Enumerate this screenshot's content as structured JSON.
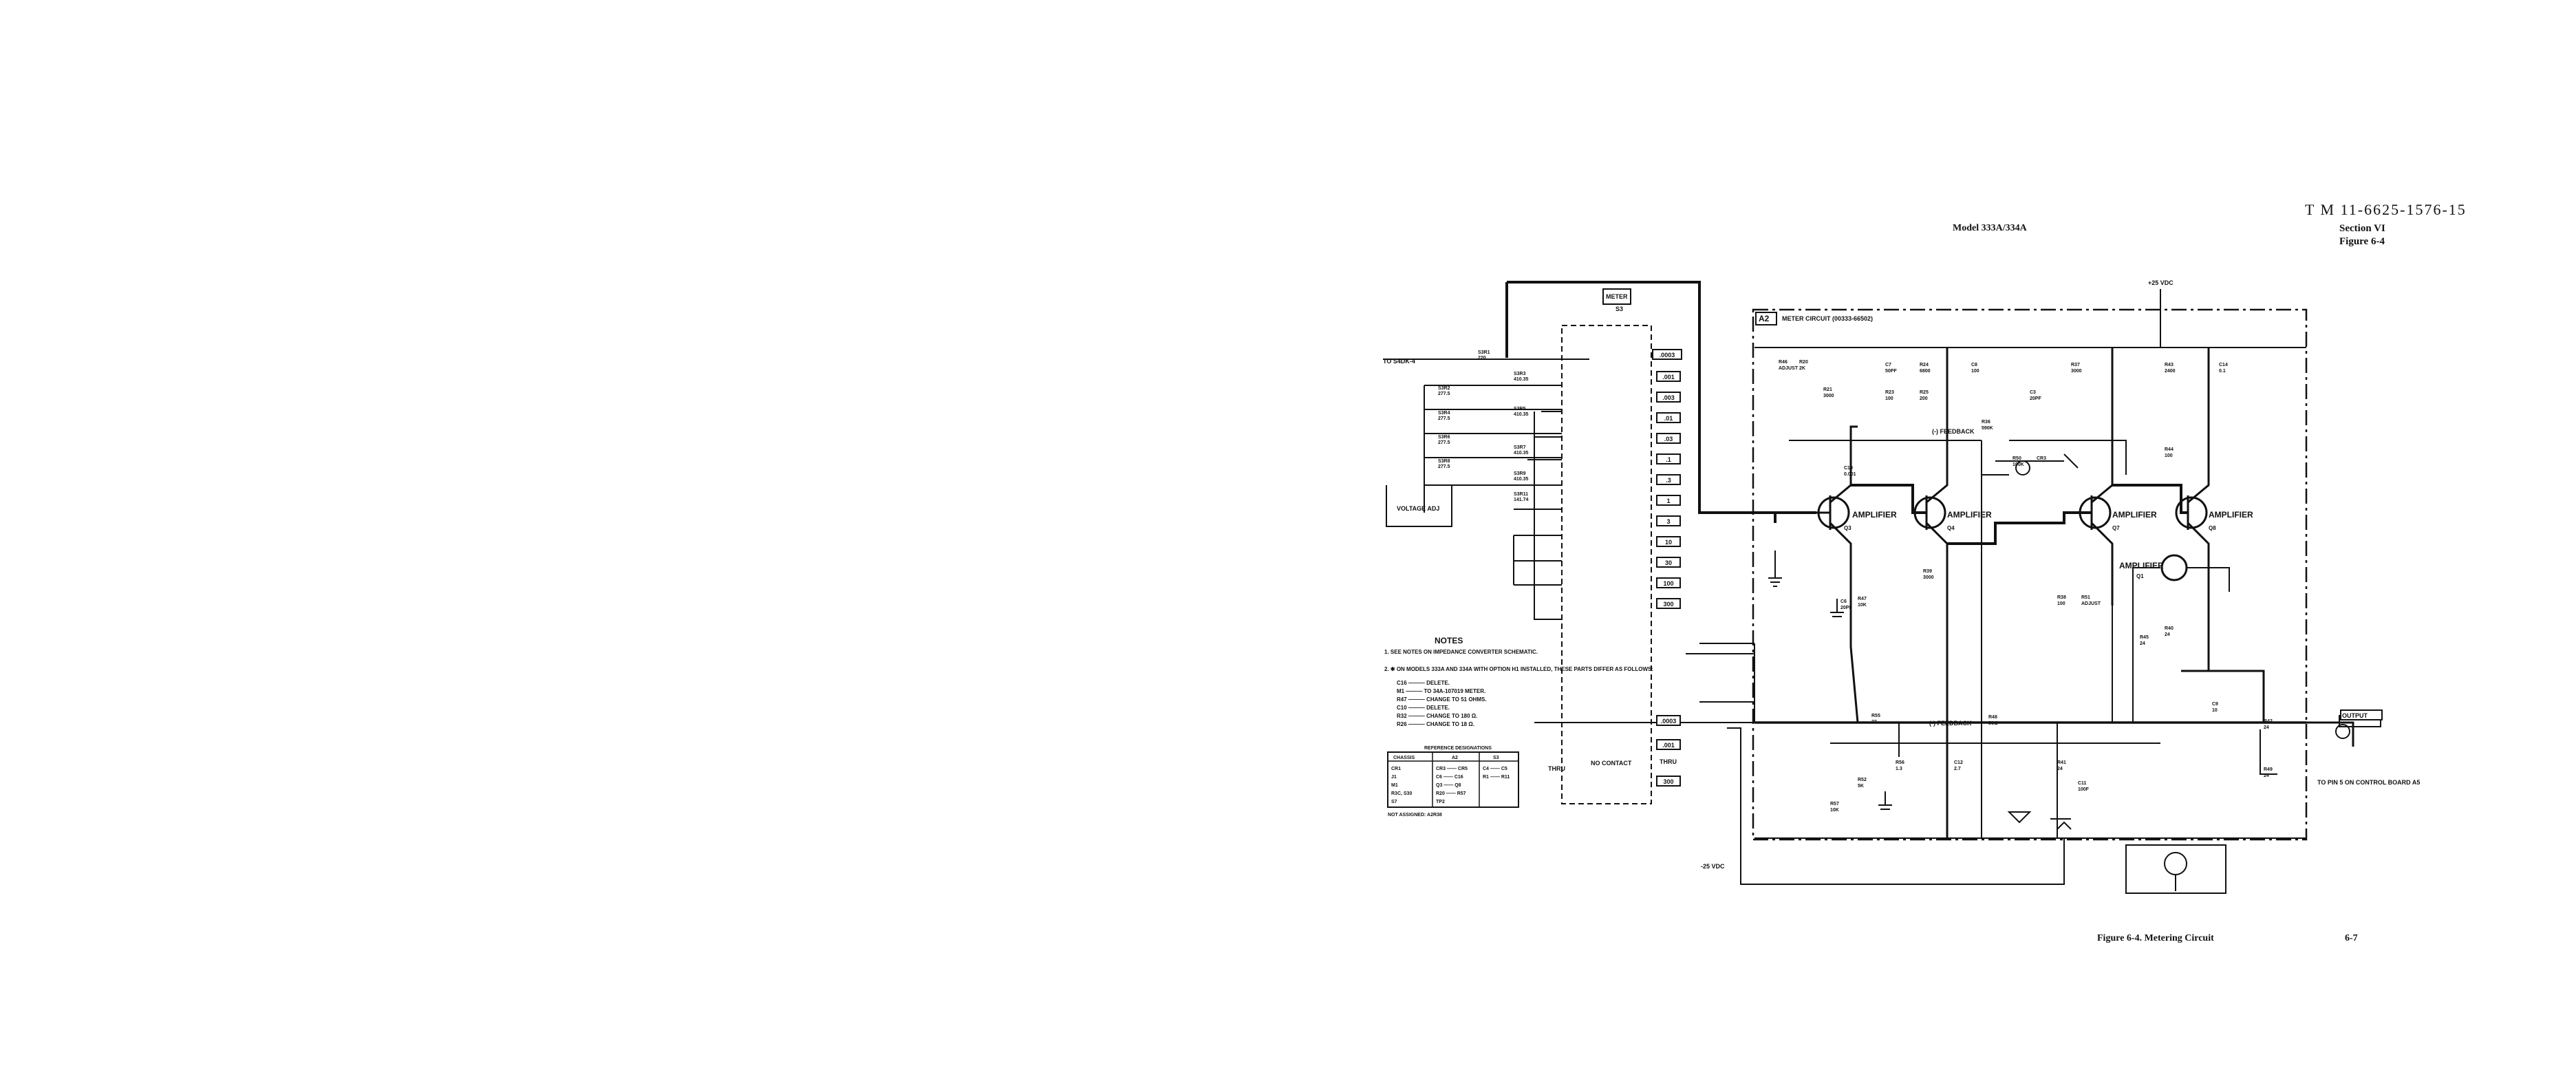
{
  "header": {
    "doc_id": "T M 11-6625-1576-15",
    "section": "Section VI",
    "figure_ref": "Figure 6-4",
    "model": "Model 333A/334A"
  },
  "footer": {
    "caption": "Figure 6-4.  Metering Circuit",
    "page_number": "6-7"
  },
  "schematic": {
    "board_label": "A2",
    "board_title": "METER CIRCUIT (00333-66502)",
    "supply_pos": "+25 VDC",
    "supply_neg": "-25 VDC",
    "input_label": "TO S4DK-4",
    "output_label": "OUTPUT",
    "meter_label": "METER",
    "feedback_label": "(-) FEEDBACK",
    "feedback_label_2": "(-) FEEDBACK",
    "control_board_note": "TO PIN 5 ON CONTROL BOARD A5",
    "no_contact": "NO CONTACT",
    "thru_1": "THRU",
    "thru_2": "THRU",
    "switch_s3": "S3",
    "voltage_adj": "VOLTAGE ADJ",
    "amplifiers": [
      {
        "label": "AMPLIFIER",
        "ref": "Q3"
      },
      {
        "label": "AMPLIFIER",
        "ref": "Q4"
      },
      {
        "label": "AMPLIFIER",
        "ref": "Q7"
      },
      {
        "label": "AMPLIFIER",
        "ref": "Q8"
      },
      {
        "label": "AMPLIFIER",
        "ref": "Q1"
      }
    ],
    "range_labels": [
      ".0003",
      ".001",
      ".003",
      ".01",
      ".03",
      ".1",
      ".3",
      "1",
      "3",
      "10",
      "30",
      "100",
      "300"
    ],
    "range_labels_bottom": [
      ".0003",
      ".001",
      "300"
    ],
    "components_top": [
      {
        "ref": "R46",
        "value": "ADJUST"
      },
      {
        "ref": "R20",
        "value": "2K"
      },
      {
        "ref": "R21",
        "value": "3000"
      },
      {
        "ref": "C7",
        "value": "50PF"
      },
      {
        "ref": "R23",
        "value": "100"
      },
      {
        "ref": "R24",
        "value": "6800"
      },
      {
        "ref": "R25",
        "value": "200"
      },
      {
        "ref": "C8",
        "value": "100"
      },
      {
        "ref": "R36",
        "value": "590K"
      },
      {
        "ref": "C3",
        "value": "20PF"
      },
      {
        "ref": "R37",
        "value": "3000"
      },
      {
        "ref": "R43",
        "value": "2400"
      },
      {
        "ref": "C14",
        "value": "0.1"
      },
      {
        "ref": "R44",
        "value": "100"
      },
      {
        "ref": "C10",
        "value": "0.001"
      },
      {
        "ref": "R50",
        "value": "100K"
      },
      {
        "ref": "CR3",
        "value": ""
      }
    ],
    "components_mid": [
      {
        "ref": "R39",
        "value": "3000"
      },
      {
        "ref": "R47",
        "value": "10K"
      },
      {
        "ref": "C6",
        "value": "20PF"
      },
      {
        "ref": "R38",
        "value": "100"
      },
      {
        "ref": "R51",
        "value": "ADJUST"
      },
      {
        "ref": "R40",
        "value": "24"
      },
      {
        "ref": "R45",
        "value": "24"
      }
    ],
    "components_bottom": [
      {
        "ref": "R48",
        "value": "56.2"
      },
      {
        "ref": "R55",
        "value": "22"
      },
      {
        "ref": "R56",
        "value": "1.3"
      },
      {
        "ref": "C12",
        "value": "2.7"
      },
      {
        "ref": "R41",
        "value": "24"
      },
      {
        "ref": "C11",
        "value": "100F"
      },
      {
        "ref": "R52",
        "value": "5K"
      },
      {
        "ref": "R57",
        "value": "10K"
      },
      {
        "ref": "R42",
        "value": "24"
      },
      {
        "ref": "C9",
        "value": "10"
      },
      {
        "ref": "R49",
        "value": "24"
      }
    ],
    "attenuator": [
      {
        "ref": "S3R1",
        "value": "220"
      },
      {
        "ref": "S3R2",
        "value": "277.5"
      },
      {
        "ref": "S3R4",
        "value": "277.5"
      },
      {
        "ref": "S3R6",
        "value": "277.5"
      },
      {
        "ref": "S3R8",
        "value": "277.5"
      },
      {
        "ref": "S3R3",
        "value": "410.35"
      },
      {
        "ref": "S3R5",
        "value": "410.35"
      },
      {
        "ref": "S3R7",
        "value": "410.35"
      },
      {
        "ref": "S3R9",
        "value": "410.35"
      },
      {
        "ref": "S3R11",
        "value": "141.74"
      }
    ],
    "notes": {
      "title": "NOTES",
      "items": [
        "1. SEE NOTES ON IMPEDANCE CONVERTER SCHEMATIC.",
        "2. ✱ ON MODELS 333A AND 334A WITH OPTION H1 INSTALLED, THESE PARTS DIFFER AS FOLLOWS:"
      ],
      "option_list": [
        "C16 ——— DELETE.",
        "M1 ——— TO 34A-107019 METER.",
        "R47 ——— CHANGE TO 51 OHMS.",
        "C10 ——— DELETE.",
        "R32 ——— CHANGE TO 180 Ω.",
        "R26 ——— CHANGE TO 18 Ω."
      ]
    },
    "ref_table": {
      "title": "REFERENCE DESIGNATIONS",
      "headers": [
        "CHASSIS",
        "A2",
        "S3"
      ],
      "rows": [
        [
          "CR1",
          "CR3 —— CR5",
          "C4 —— C5"
        ],
        [
          "J1",
          "C6 —— C16",
          "R1 —— R11"
        ],
        [
          "M1",
          "Q3 —— Q8",
          ""
        ],
        [
          "R3C, S30",
          "R20 —— R57",
          ""
        ],
        [
          "S7",
          "TP2",
          ""
        ]
      ],
      "footnote": "NOT ASSIGNED: A2R38"
    }
  }
}
